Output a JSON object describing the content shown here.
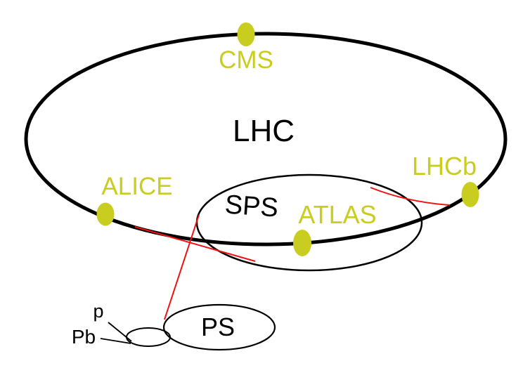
{
  "diagram": {
    "colors": {
      "experiment": "#c9cd20",
      "transfer_line": "#ee1111",
      "ring": "#000000",
      "background": "#ffffff"
    },
    "rings": {
      "lhc": "LHC",
      "sps": "SPS",
      "ps": "PS"
    },
    "experiments": {
      "cms": "CMS",
      "alice": "ALICE",
      "atlas": "ATLAS",
      "lhcb": "LHCb"
    },
    "beams": {
      "proton": "p",
      "lead": "Pb"
    }
  }
}
